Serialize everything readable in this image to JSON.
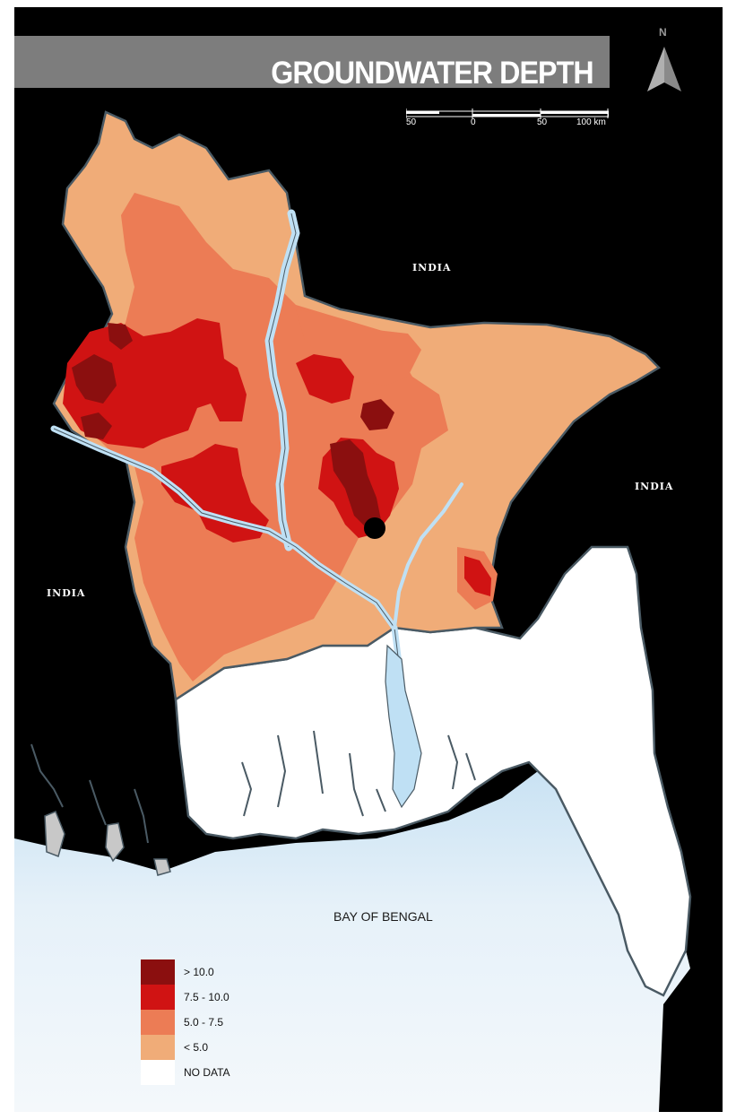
{
  "title": "GROUNDWATER DEPTH",
  "north_label": "N",
  "scale": {
    "ticks": [
      "50",
      "0",
      "50",
      "100 km"
    ]
  },
  "labels": {
    "india_north": "INDIA",
    "india_east": "INDIA",
    "india_west": "INDIA",
    "sea": "BAY OF BENGAL"
  },
  "legend": [
    {
      "label": "> 10.0",
      "color": "#8b0f0f"
    },
    {
      "label": "7.5 - 10.0",
      "color": "#d01313"
    },
    {
      "label": "5.0 - 7.5",
      "color": "#ec7c55"
    },
    {
      "label": "< 5.0",
      "color": "#f0ac78"
    },
    {
      "label": "NO DATA",
      "color": "#ffffff"
    }
  ],
  "colors": {
    "background_land": "#000000",
    "sea": "#dcebf6",
    "river": "#bfe0f4",
    "border": "#4a5a64",
    "title_band": "#7d7d7d"
  }
}
